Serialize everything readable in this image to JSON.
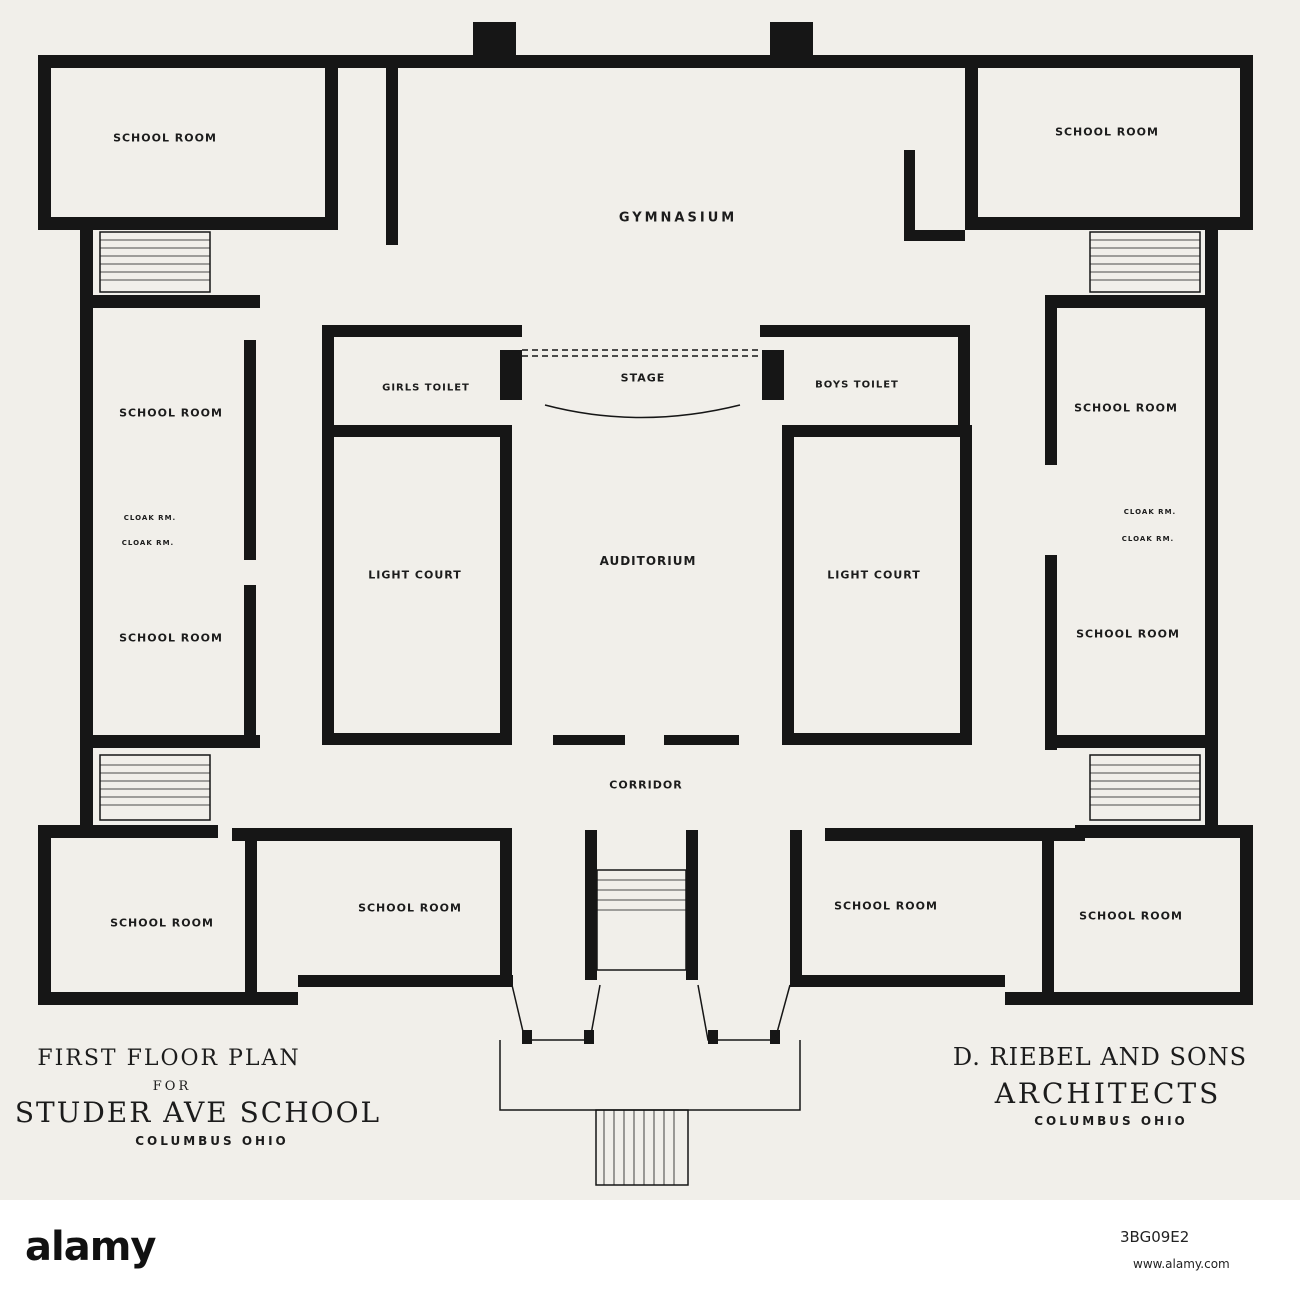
{
  "rooms": {
    "school_room_nw": "SCHOOL ROOM",
    "school_room_ne": "SCHOOL ROOM",
    "gymnasium": "GYMNASIUM",
    "school_room_w1": "SCHOOL ROOM",
    "school_room_w2": "SCHOOL ROOM",
    "cloak_w1": "CLOAK RM.",
    "cloak_w2": "CLOAK RM.",
    "girls_toilet": "GIRLS TOILET",
    "stage": "STAGE",
    "boys_toilet": "BOYS TOILET",
    "school_room_e1": "SCHOOL ROOM",
    "school_room_e2": "SCHOOL ROOM",
    "cloak_e1": "CLOAK RM.",
    "cloak_e2": "CLOAK RM.",
    "light_court_w": "LIGHT COURT",
    "auditorium": "AUDITORIUM",
    "light_court_e": "LIGHT COURT",
    "corridor": "CORRIDOR",
    "school_room_sw1": "SCHOOL ROOM",
    "school_room_sw2": "SCHOOL ROOM",
    "school_room_se1": "SCHOOL ROOM",
    "school_room_se2": "SCHOOL ROOM"
  },
  "caption": {
    "line1": "FIRST FLOOR PLAN",
    "line2": "FOR",
    "line3": "STUDER AVE SCHOOL",
    "line4": "COLUMBUS OHIO"
  },
  "architect": {
    "line1": "D. RIEBEL AND SONS",
    "line2": "ARCHITECTS",
    "line3": "COLUMBUS OHIO"
  },
  "watermark": {
    "logo": "alamy",
    "image_id": "3BG09E2",
    "url": "www.alamy.com"
  },
  "colors": {
    "paper": "#f1efea",
    "wall": "#161616",
    "ink": "#1c1c1c"
  }
}
